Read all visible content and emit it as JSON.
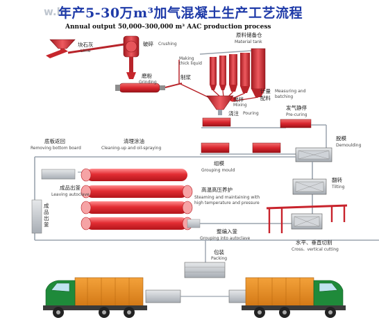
{
  "title": {
    "zh": "年产5-30万m³加气混凝土生产工艺流程",
    "en": "Annual output 50,000–300,000 m³ AAC production process",
    "watermark": "w.lo"
  },
  "steps": {
    "lime": {
      "zh": "块石灰",
      "en": "Lime"
    },
    "crushing": {
      "zh": "破碎",
      "en": "Crushing"
    },
    "grinding": {
      "zh": "磨粉",
      "en": "Grinding"
    },
    "slurry": {
      "en": "Making thick liquid",
      "zh": "制浆"
    },
    "material_tank": {
      "zh": "原料储备仓",
      "en": "Material tank"
    },
    "metering": {
      "zh1": "计量",
      "zh2": "配料",
      "en": "Measuring and batching"
    },
    "mixing": {
      "zh": "搅拌",
      "en": "Mixing"
    },
    "pouring": {
      "zh": "浇注",
      "en": "Pouring"
    },
    "precuring": {
      "zh": "发气静停",
      "en": "Pre-curing"
    },
    "demoulding": {
      "zh": "脱模",
      "en": "Demoulding"
    },
    "remove_board": {
      "zh": "底板返回",
      "en": "Removing bottom board"
    },
    "cleaning": {
      "zh": "清理涂油",
      "en": "Cleaning-up and oil-spraying"
    },
    "grouping_mould": {
      "zh": "组模",
      "en": "Grouping mould"
    },
    "tilting": {
      "zh": "翻转",
      "en": "Tilting"
    },
    "leaving": {
      "zh": "成品出釜",
      "en": "Leaving autoclave"
    },
    "leaving_vert": {
      "zh": "成品出釜"
    },
    "curing": {
      "zh": "高温高压养护",
      "en": "Steaming and maintaining with high temperature and pressure"
    },
    "grouping_autoclave": {
      "zh": "整编入釜",
      "en": "Grouping into autoclave"
    },
    "cutting": {
      "zh": "水平、垂直切割",
      "en": "Cross、vertical cutting"
    },
    "packing": {
      "zh": "包装",
      "en": "Packing"
    }
  },
  "colors": {
    "title_blue": "#1e3aa8",
    "machine_red": "#c8232c",
    "autoclave_red": "#e02b32",
    "rail_grey": "#9aa3ad",
    "truck_green": "#1f8a3a",
    "cargo_orange": "#e58a1f"
  }
}
